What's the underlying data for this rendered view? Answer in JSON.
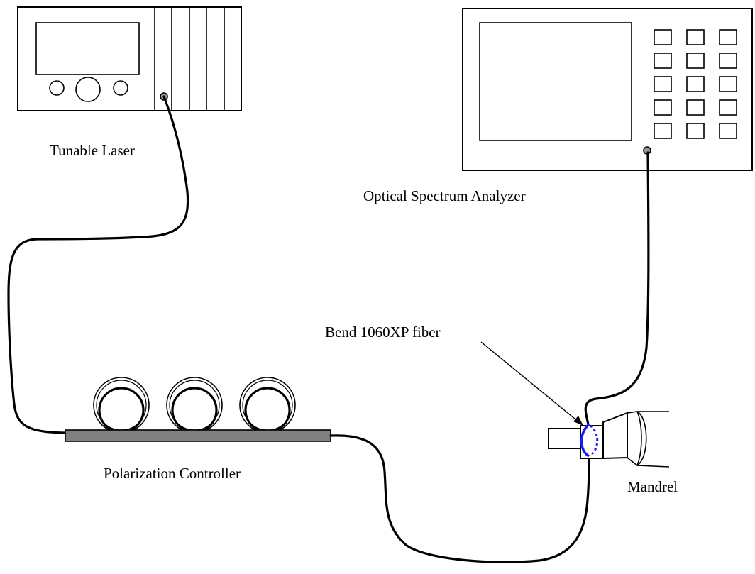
{
  "labels": {
    "tunable_laser": "Tunable Laser",
    "osa": "Optical Spectrum Analyzer",
    "bend_fiber": "Bend 1060XP fiber",
    "polarization_controller": "Polarization Controller",
    "mandrel": "Mandrel"
  },
  "icons": {
    "laser": "tunable-laser-icon",
    "osa": "spectrum-analyzer-icon",
    "pc": "polarization-controller-icon",
    "mandrel": "mandrel-icon"
  },
  "colors": {
    "line": "#000000",
    "bend_highlight": "#1a1aff",
    "pc_bar": "#808080"
  },
  "osa_keypad": {
    "rows": 5,
    "cols": 3
  },
  "pc_paddles": 3
}
